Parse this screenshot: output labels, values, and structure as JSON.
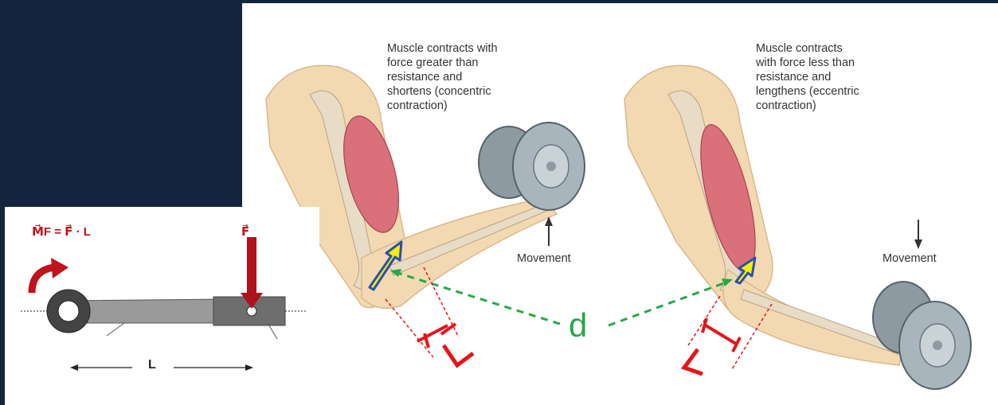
{
  "main": {
    "caption_left": "Muscle contracts with\nforce greater than\nresistance and\nshortens (concentric\ncontraction)",
    "caption_right": "Muscle contracts\nwith force less than\nresistance and\nlengthens (eccentric\ncontraction)",
    "movement_left": "Movement",
    "movement_right": "Movement",
    "distance_label": "d"
  },
  "inset": {
    "formula": "M⃗F = F⃗ · L",
    "force_label": "F⃗",
    "length_label": "L"
  },
  "colors": {
    "background": "#13243d",
    "dimension_red": "#e8141b",
    "distance_green": "#27a845",
    "vector_yellow": "#f5f000",
    "vector_outline": "#2b4fb0"
  },
  "icons": [
    "dumbbell",
    "forearm-flexion",
    "lever-wrench",
    "rotation-arrow"
  ]
}
